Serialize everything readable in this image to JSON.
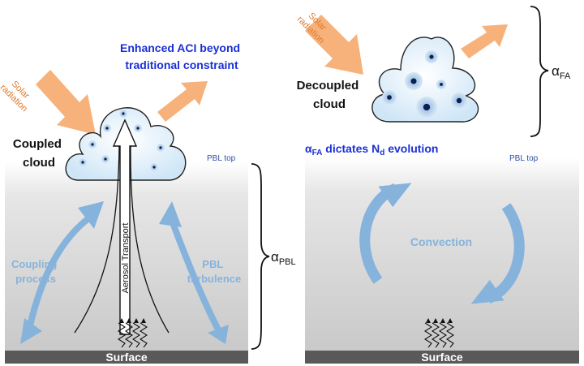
{
  "left_panel": {
    "solar_label": [
      "Solar",
      "radiation"
    ],
    "aci_label": [
      "Enhanced ACI beyond",
      "traditional constraint"
    ],
    "cloud_label": [
      "Coupled",
      "cloud"
    ],
    "pbl_top": "PBL top",
    "transport_label": "Aerosol Transport",
    "coupling_label": [
      "Coupling",
      "process"
    ],
    "turbulence_label": [
      "PBL",
      "turbulence"
    ],
    "surface": "Surface",
    "alpha_symbol": "α",
    "alpha_sub": "PBL"
  },
  "right_panel": {
    "solar_label": [
      "Solar",
      "radiation"
    ],
    "cloud_label": [
      "Decoupled",
      "cloud"
    ],
    "dictates": {
      "alpha": "α",
      "alpha_sub": "FA",
      "middle": " dictates N",
      "n_sub": "d",
      "end": " evolution"
    },
    "pbl_top": "PBL top",
    "convection": "Convection",
    "surface": "Surface",
    "alpha_symbol": "α",
    "alpha_sub": "FA"
  },
  "colors": {
    "solar_arrow": "#f6b27a",
    "solar_text": "#e07a2e",
    "blue_text": "#1a2fd6",
    "pbl_label": "#2e4fa8",
    "light_blue": "#86b3dc",
    "surface": "#595959"
  }
}
